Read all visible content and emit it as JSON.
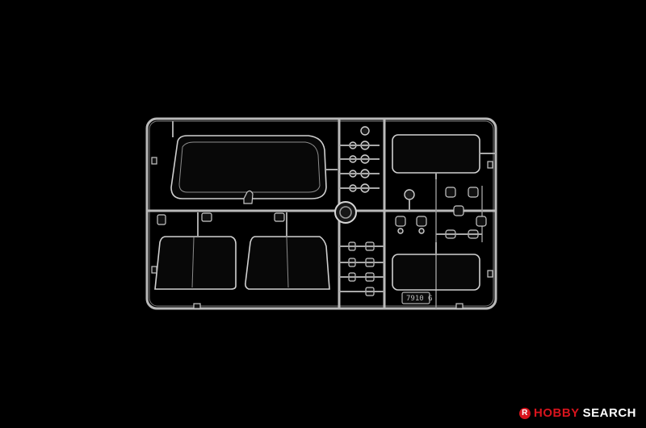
{
  "image": {
    "background_color": "#000000",
    "subject": "clear plastic model kit sprue",
    "sprue_color": "#c8c8c8"
  },
  "sprue": {
    "tag_label": "7910 G"
  },
  "watermark": {
    "icon_glyph": "R",
    "brand_part1": "HOBBY",
    "brand_part2": "SEARCH",
    "brand_color": "#d8141d"
  }
}
